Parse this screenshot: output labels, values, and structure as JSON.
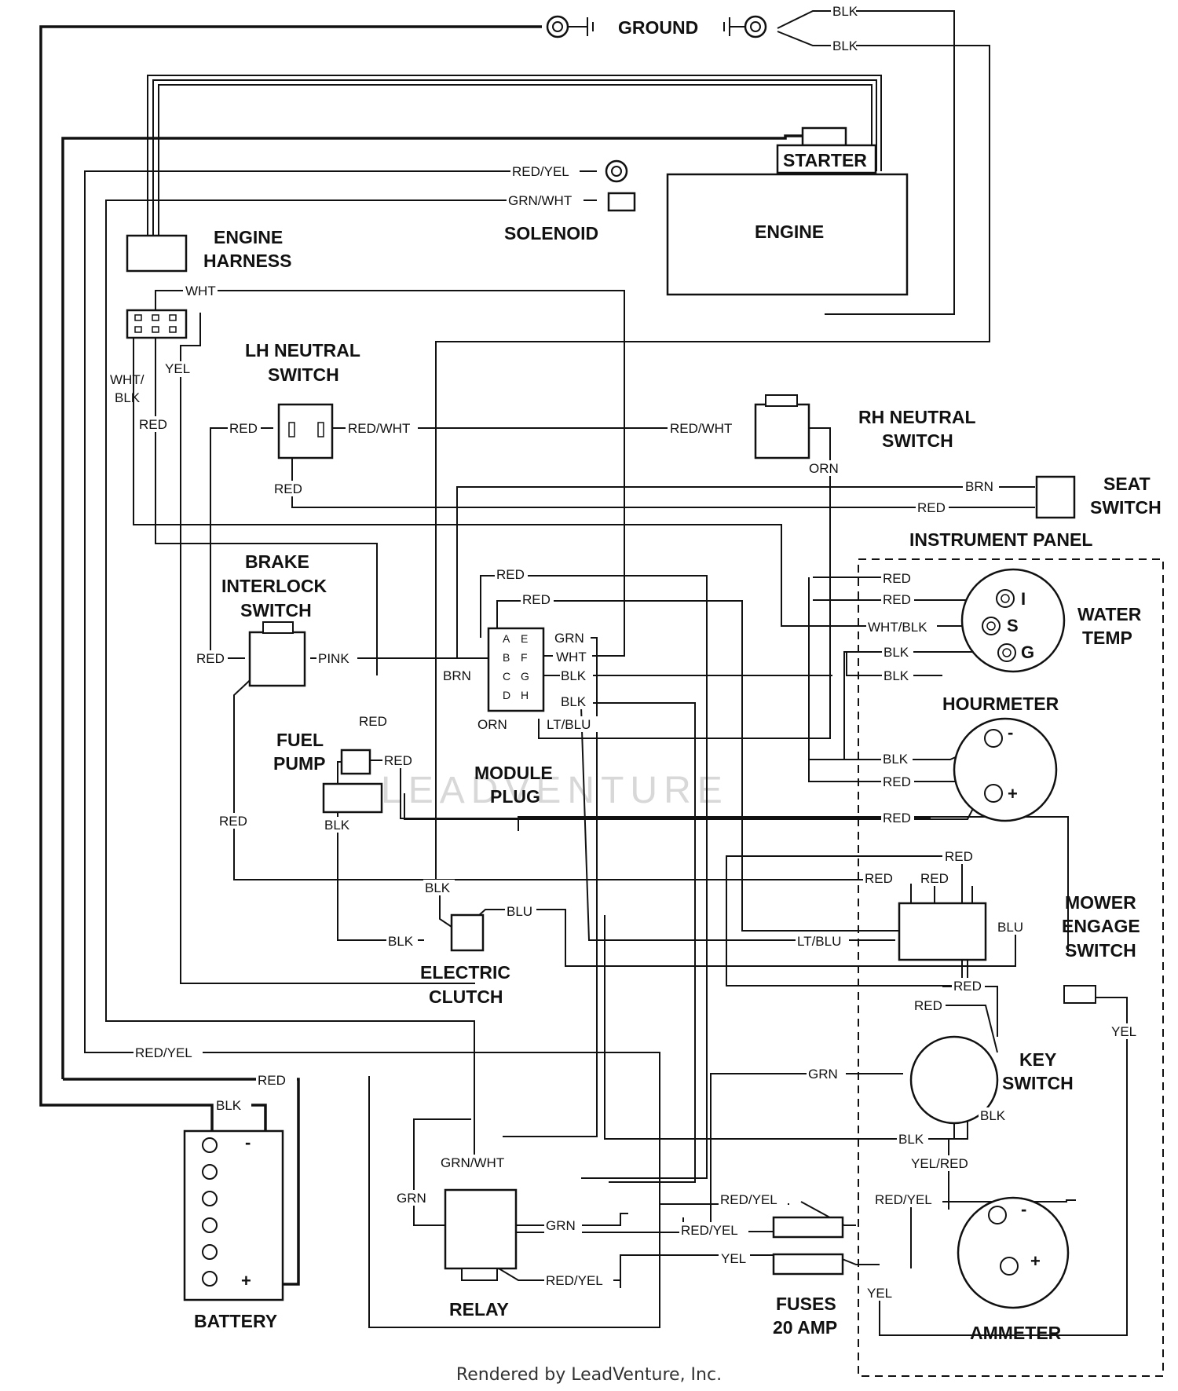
{
  "titles": {
    "ground": "GROUND",
    "starter": "STARTER",
    "engine": "ENGINE",
    "engine_harness": [
      "ENGINE",
      "HARNESS"
    ],
    "solenoid": "SOLENOID",
    "lh_neutral": [
      "LH NEUTRAL",
      "SWITCH"
    ],
    "rh_neutral": [
      "RH NEUTRAL",
      "SWITCH"
    ],
    "seat_switch": [
      "SEAT",
      "SWITCH"
    ],
    "instrument_panel": "INSTRUMENT PANEL",
    "water_temp": [
      "WATER",
      "TEMP"
    ],
    "hourmeter": "HOURMETER",
    "brake_interlock": [
      "BRAKE",
      "INTERLOCK",
      "SWITCH"
    ],
    "fuel_pump": [
      "FUEL",
      "PUMP"
    ],
    "module_plug": [
      "MODULE",
      "PLUG"
    ],
    "electric_clutch": [
      "ELECTRIC",
      "CLUTCH"
    ],
    "mower_engage": [
      "MOWER",
      "ENGAGE",
      "SWITCH"
    ],
    "key_switch": [
      "KEY",
      "SWITCH"
    ],
    "battery": "BATTERY",
    "relay": "RELAY",
    "fuses": [
      "FUSES",
      "20 AMP"
    ],
    "ammeter": "AMMETER"
  },
  "wire_labels": {
    "blk": "BLK",
    "red": "RED",
    "red_yel": "RED/YEL",
    "grn_wht": "GRN/WHT",
    "wht": "WHT",
    "wht_blk": "WHT/BLK",
    "wht_blk_split": [
      "WHT/",
      "BLK"
    ],
    "yel": "YEL",
    "red_wht": "RED/WHT",
    "orn": "ORN",
    "brn": "BRN",
    "pink": "PINK",
    "grn": "GRN",
    "lt_blu": "LT/BLU",
    "blu": "BLU",
    "yel_red": "YEL/RED"
  },
  "pins": {
    "module_left": [
      "A",
      "B",
      "C",
      "D"
    ],
    "module_right": [
      "E",
      "F",
      "G",
      "H"
    ],
    "water_temp": [
      "I",
      "S",
      "G"
    ],
    "minus": "-",
    "plus": "+"
  },
  "watermark": "LEADVENTURE",
  "footer": "Rendered by LeadVenture, Inc."
}
